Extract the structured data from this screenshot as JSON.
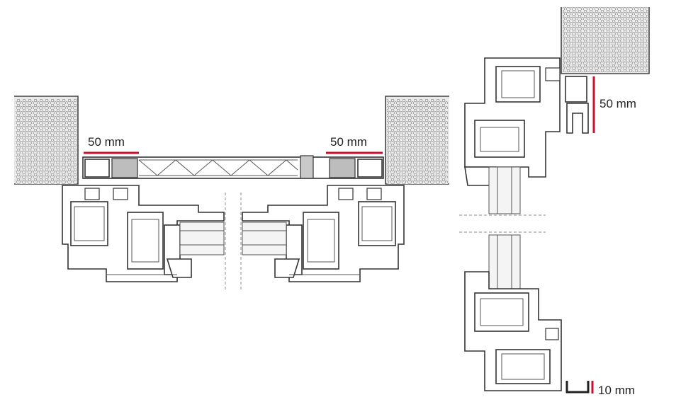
{
  "labels": {
    "left_gap": "50 mm",
    "right_gap": "50 mm",
    "side_top_gap": "50 mm",
    "side_bottom_gap": "10 mm"
  },
  "colors": {
    "accent": "#c8102e",
    "line": "#333333",
    "wall_fill": "#e9e9e9",
    "wall_hex": "#9a9a9a",
    "background": "#ffffff"
  }
}
